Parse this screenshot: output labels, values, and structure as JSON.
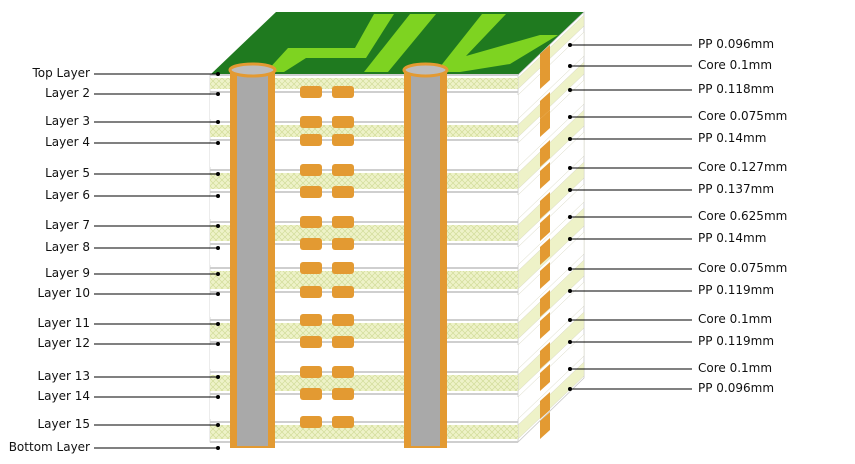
{
  "title": "",
  "colors": {
    "green_top": "#1f7a1f",
    "green_trace": "#7ed321",
    "copper": "#e39a32",
    "prepreg": "#eef2c8",
    "core": "#ffffff",
    "via": "#a9a9a9",
    "leader": "#000000"
  },
  "left_labels": [
    "Top Layer",
    "Layer 2",
    "Layer 3",
    "Layer 4",
    "Layer 5",
    "Layer 6",
    "Layer 7",
    "Layer 8",
    "Layer 9",
    "Layer 10",
    "Layer 11",
    "Layer 12",
    "Layer 13",
    "Layer 14",
    "Layer 15",
    "Bottom Layer"
  ],
  "right_labels": [
    "PP 0.096mm",
    "Core 0.1mm",
    "PP 0.118mm",
    "Core 0.075mm",
    "PP 0.14mm",
    "Core 0.127mm",
    "PP 0.137mm",
    "Core 0.625mm",
    "PP 0.14mm",
    "Core 0.075mm",
    "PP 0.119mm",
    "Core 0.1mm",
    "PP 0.119mm",
    "Core 0.1mm",
    "PP 0.096mm"
  ]
}
